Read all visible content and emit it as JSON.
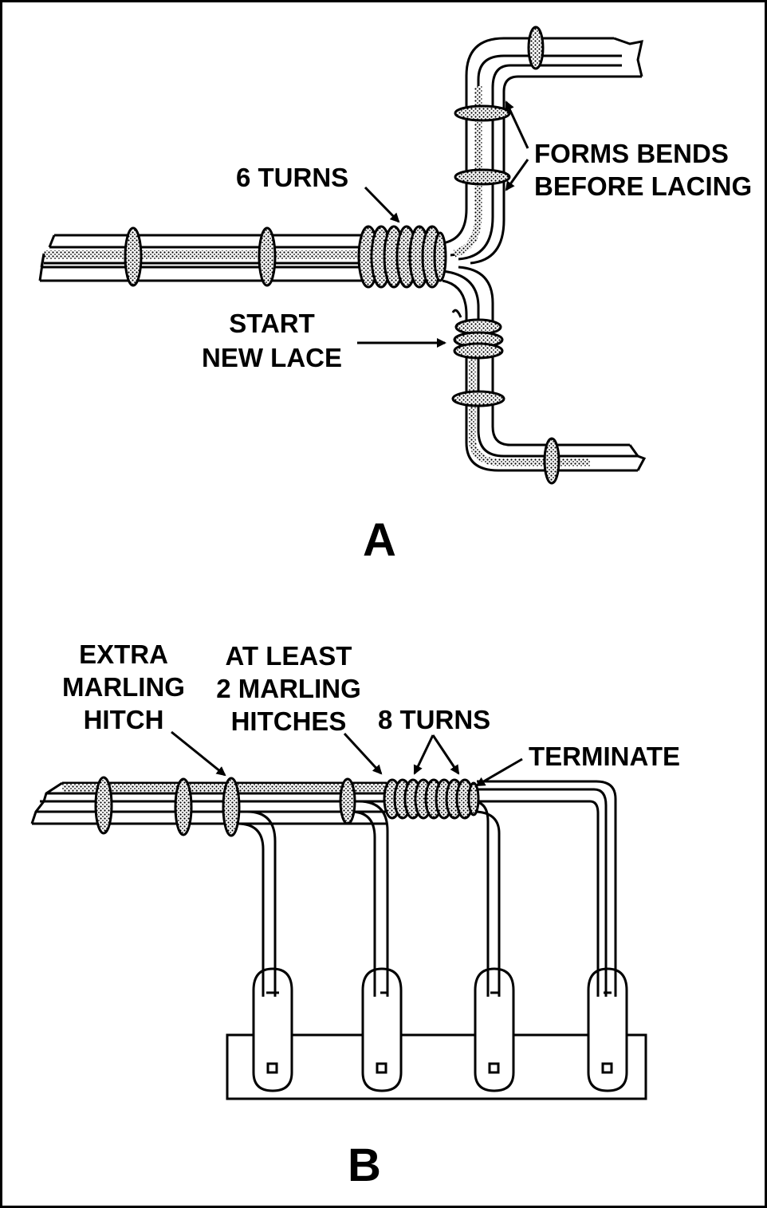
{
  "figure_a": {
    "letter": "A",
    "label_turns": "6 TURNS",
    "label_bends_1": "FORMS BENDS",
    "label_bends_2": "BEFORE LACING",
    "label_start_1": "START",
    "label_start_2": "NEW LACE"
  },
  "figure_b": {
    "letter": "B",
    "label_extra_1": "EXTRA",
    "label_extra_2": "MARLING",
    "label_extra_3": "HITCH",
    "label_atleast_1": "AT LEAST",
    "label_atleast_2": "2 MARLING",
    "label_atleast_3": "HITCHES",
    "label_turns": "8 TURNS",
    "label_terminate": "TERMINATE"
  },
  "colors": {
    "ink": "#000000",
    "paper": "#ffffff",
    "lace": "#bdbdbd"
  }
}
